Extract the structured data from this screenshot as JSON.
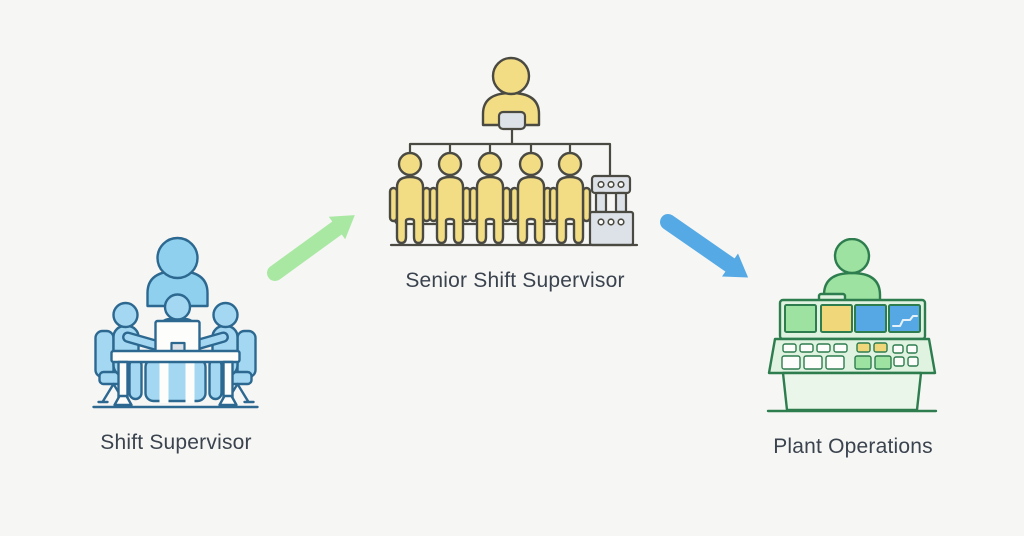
{
  "diagram": {
    "title": "",
    "nodes": [
      {
        "id": "shift-supervisor",
        "label": "Shift Supervisor",
        "icon": "team-meeting-icon",
        "accent": "#a4d8f2"
      },
      {
        "id": "senior-shift-supervisor",
        "label": "Senior Shift Supervisor",
        "icon": "org-chart-team-icon",
        "accent": "#f3dd84"
      },
      {
        "id": "plant-operations",
        "label": "Plant Operations",
        "icon": "control-console-icon",
        "accent": "#9de2a0"
      }
    ],
    "connections": [
      {
        "from": "Shift Supervisor",
        "to": "Senior Shift Supervisor",
        "icon": "arrow-up-right-icon",
        "color": "#a9e8a3"
      },
      {
        "from": "Senior Shift Supervisor",
        "to": "Plant Operations",
        "icon": "arrow-down-right-icon",
        "color": "#55aae5"
      }
    ]
  },
  "colors": {
    "bg": "#f6f6f4",
    "stroke_blue": "#2c6890",
    "fill_blue": "#a4d8f2",
    "fill_blue_deep": "#8fd0ee",
    "paper": "#fdfdfb",
    "stroke_dark": "#4b4a42",
    "fill_yellow": "#f3dd84",
    "box_gray": "#dde2e8",
    "stroke_green": "#2e7d4f",
    "fill_green": "#9de2a0",
    "panel_green": "#dff3e0",
    "base_green": "#e9f6e9",
    "screen_yellow": "#f0d87a",
    "screen_blue": "#55a8e4",
    "graph_line": "#e6f2fa",
    "arrow_green": "#a9e8a3",
    "arrow_blue": "#55aae5",
    "label": "#3a434e"
  }
}
